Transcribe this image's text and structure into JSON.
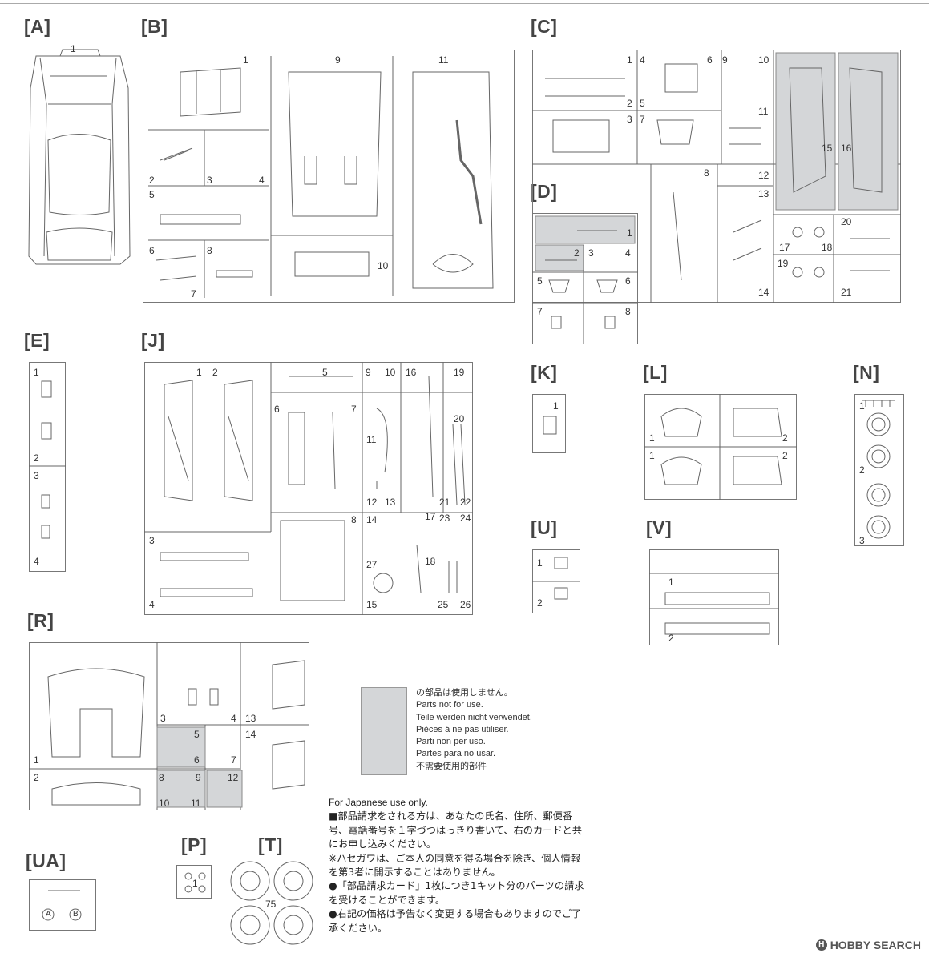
{
  "sections": {
    "A": "[A]",
    "B": "[B]",
    "C": "[C]",
    "D": "[D]",
    "E": "[E]",
    "J": "[J]",
    "K": "[K]",
    "L": "[L]",
    "N": "[N]",
    "U": "[U]",
    "V": "[V]",
    "R": "[R]",
    "UA": "[UA]",
    "P": "[P]",
    "T": "[T]"
  },
  "part_numbers": {
    "A": [
      "1"
    ],
    "B": [
      "1",
      "9",
      "11",
      "2",
      "3",
      "4",
      "5",
      "6",
      "7",
      "8",
      "10"
    ],
    "C": [
      "1",
      "2",
      "4",
      "5",
      "6",
      "9",
      "10",
      "3",
      "7",
      "11",
      "12",
      "13",
      "8",
      "15",
      "16",
      "17",
      "18",
      "19",
      "20",
      "21",
      "14"
    ],
    "D": [
      "1",
      "2",
      "3",
      "4",
      "5",
      "6",
      "7",
      "8"
    ],
    "E": [
      "1",
      "2",
      "3",
      "4"
    ],
    "J": [
      "1",
      "2",
      "5",
      "9",
      "10",
      "16",
      "19",
      "6",
      "7",
      "20",
      "11",
      "12",
      "13",
      "17",
      "21",
      "22",
      "23",
      "24",
      "3",
      "8",
      "14",
      "27",
      "18",
      "4",
      "15",
      "25",
      "26"
    ],
    "K": [
      "1"
    ],
    "L": [
      "1",
      "2",
      "1",
      "2"
    ],
    "N": [
      "1",
      "2",
      "3"
    ],
    "U": [
      "1",
      "2"
    ],
    "V": [
      "1",
      "2"
    ],
    "R": [
      "1",
      "2",
      "3",
      "4",
      "5",
      "6",
      "7",
      "8",
      "9",
      "10",
      "11",
      "12",
      "13",
      "14"
    ],
    "UA": [
      "A",
      "B"
    ],
    "P": [
      "1"
    ],
    "T": [
      "75"
    ]
  },
  "legend": {
    "lines": [
      "の部品は使用しません。",
      "Parts not for use.",
      "Teile werden nicht verwendet.",
      "Pièces á ne pas utiliser.",
      "Parti non per uso.",
      "Partes para no usar.",
      "不需要使用的部件"
    ]
  },
  "notes": {
    "title": "For Japanese use only.",
    "items": [
      "■部品請求をされる方は、あなたの氏名、住所、郵便番号、電話番号を１字づつはっきり書いて、右のカードと共にお申し込みください。",
      "※ハセガワは、ご本人の同意を得る場合を除き、個人情報を第3者に開示することはありません。",
      "●「部品請求カード」1枚につき1キット分のパーツの請求を受けることができます。",
      "●右記の価格は予告なく変更する場合もありますのでご了承ください。"
    ]
  },
  "watermark": {
    "text": "HOBBY SEARCH",
    "logo": "H"
  },
  "colors": {
    "line": "#666666",
    "unused_fill": "#d4d6d8",
    "text": "#333333"
  }
}
